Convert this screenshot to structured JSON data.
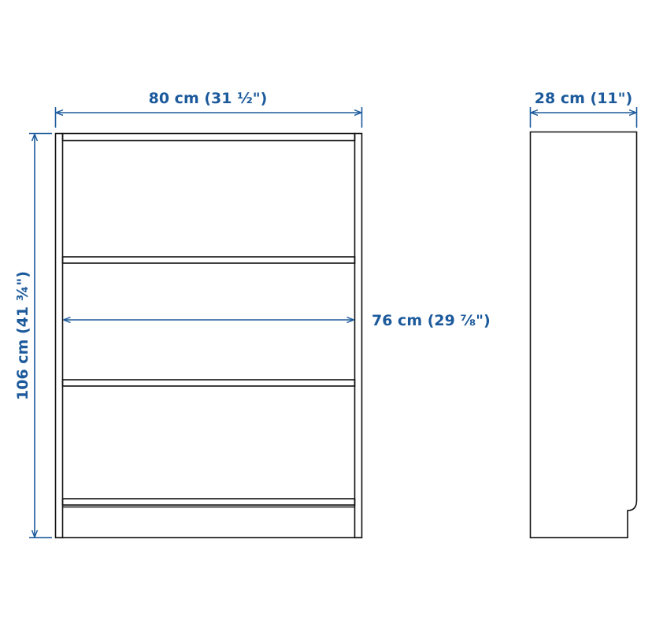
{
  "dimensions": {
    "width": "80 cm (31 ½\")",
    "depth": "28 cm (11\")",
    "height": "106 cm (41 ¾\")",
    "inner_width": "76 cm (29 ⅞\")"
  },
  "colors": {
    "dimension_blue": "#1c5a9c",
    "line_black": "#111111"
  }
}
